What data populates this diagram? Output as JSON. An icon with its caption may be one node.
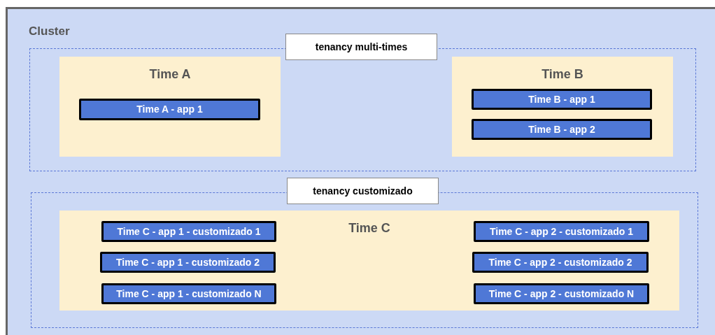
{
  "diagram": {
    "nodes": [
      {
        "text": [
          "Cluster"
        ]
      },
      {
        "text": [
          "tenancy multi-times"
        ],
        "in": 0
      },
      {
        "text": [
          "Time A"
        ],
        "in": 1
      },
      {
        "text": [
          "Time A - app 1"
        ],
        "in": 2
      },
      {
        "text": [
          "Time B"
        ],
        "in": 1
      },
      {
        "text": [
          "Time B - app 1"
        ],
        "in": 4
      },
      {
        "text": [
          "Time B - app 2"
        ],
        "in": 4
      },
      {
        "text": [
          "tenancy customizado"
        ],
        "in": 0
      },
      {
        "text": [
          "Time C"
        ],
        "in": 7
      },
      {
        "text": [
          "Time C - app 1 - customizado 1"
        ],
        "in": 8
      },
      {
        "text": [
          "Time C - app 2 - customizado 1"
        ],
        "in": 8
      },
      {
        "text": [
          "Time C - app 1 - customizado 2"
        ],
        "in": 8
      },
      {
        "text": [
          "Time C - app 2 - customizado 2"
        ],
        "in": 8
      },
      {
        "text": [
          "Time C - app 1 - customizado N"
        ],
        "in": 8
      },
      {
        "text": [
          "Time C - app 2 - customizado N"
        ],
        "in": 8
      }
    ]
  }
}
